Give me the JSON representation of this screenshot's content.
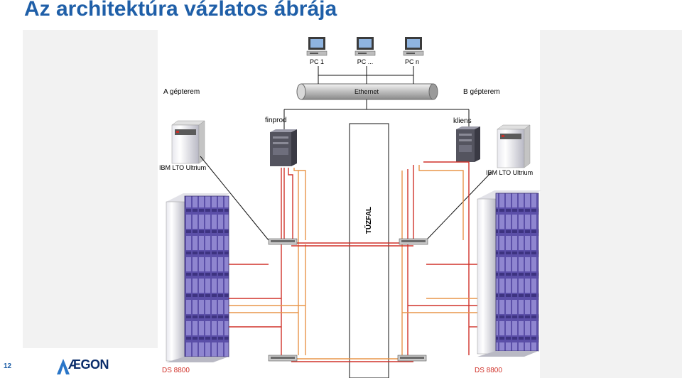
{
  "slide": {
    "title": "Az architektúra vázlatos ábrája",
    "page_number": "12",
    "logo_text": "ÆGON"
  },
  "diagram": {
    "pcs": [
      "PC 1",
      "PC ...",
      "PC n"
    ],
    "network_label": "Ethernet",
    "room_a": "A gépterem",
    "room_b": "B gépterem",
    "server_a": "finprod",
    "server_b": "kliens",
    "tape_a": "IBM LTO Ultrium",
    "tape_b": "IBM LTO Ultrium",
    "firewall": "TŰZFAL",
    "storage_a": "DS 8800",
    "storage_b": "DS 8800"
  },
  "colors": {
    "title": "#1f5fa8",
    "red_link": "#d0322a",
    "orange_link": "#e8954a",
    "storage_body": "#6a5fb0"
  }
}
